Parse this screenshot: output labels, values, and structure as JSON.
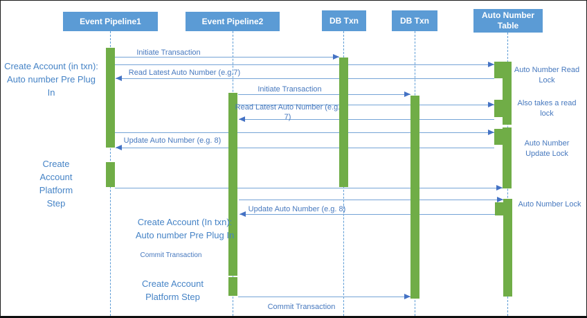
{
  "diagram": {
    "type": "sequence-diagram",
    "actors": [
      {
        "id": "event-pipeline-1",
        "label": "Event Pipeline1"
      },
      {
        "id": "event-pipeline-2",
        "label": "Event Pipeline2"
      },
      {
        "id": "db-txn-1",
        "label": "DB Txn"
      },
      {
        "id": "db-txn-2",
        "label": "DB Txn"
      },
      {
        "id": "auto-number-table",
        "label": "Auto Number Table"
      }
    ],
    "messages": {
      "initiate_txn_1": {
        "label": "Initiate Transaction",
        "from": "Event Pipeline1",
        "to": "DB Txn"
      },
      "read_latest_1": {
        "label": "Read Latest Auto Number (e.g.7)",
        "from": "Auto Number Table",
        "to": "Event Pipeline1"
      },
      "initiate_txn_2": {
        "label": "Initiate Transaction",
        "from": "Event Pipeline2",
        "to": "DB Txn"
      },
      "read_latest_2": {
        "label": "Read Latest Auto Number (e.g. 7)",
        "from": "Auto Number Table",
        "to": "Event Pipeline2"
      },
      "update_auto_1": {
        "label": "Update Auto Number (e.g. 8)",
        "from": "Auto Number Table",
        "to": "Event Pipeline1"
      },
      "update_auto_2": {
        "label": "Update Auto Number (e.g. 8)",
        "from": "Auto Number Table",
        "to": "Event Pipeline2"
      },
      "commit_txn_1": {
        "label": "Commit Transaction",
        "from": "Event Pipeline1",
        "to": "DB Txn"
      },
      "commit_txn_2": {
        "label": "Commit Transaction",
        "from": "Event Pipeline2",
        "to": "DB Txn"
      }
    },
    "notes": {
      "left_pre_plugin": "Create Account (in txn): Auto number Pre Plug In",
      "left_platform_step": "Create Account Platform Step",
      "mid_pre_plugin": "Create Account (In txn): Auto number Pre Plug In",
      "mid_platform_step": "Create Account Platform Step",
      "right_read_lock": "Auto Number Read Lock",
      "right_also_read_lock": "Also takes a read lock",
      "right_update_lock": "Auto Number Update Lock",
      "right_auto_number_lock": "Auto Number Lock"
    },
    "colors": {
      "actor_fill": "#5B9BD5",
      "activation_fill": "#70AD47",
      "message_line": "#74A3D6",
      "arrowhead": "#4472C4",
      "label_text": "#4678BE"
    }
  }
}
